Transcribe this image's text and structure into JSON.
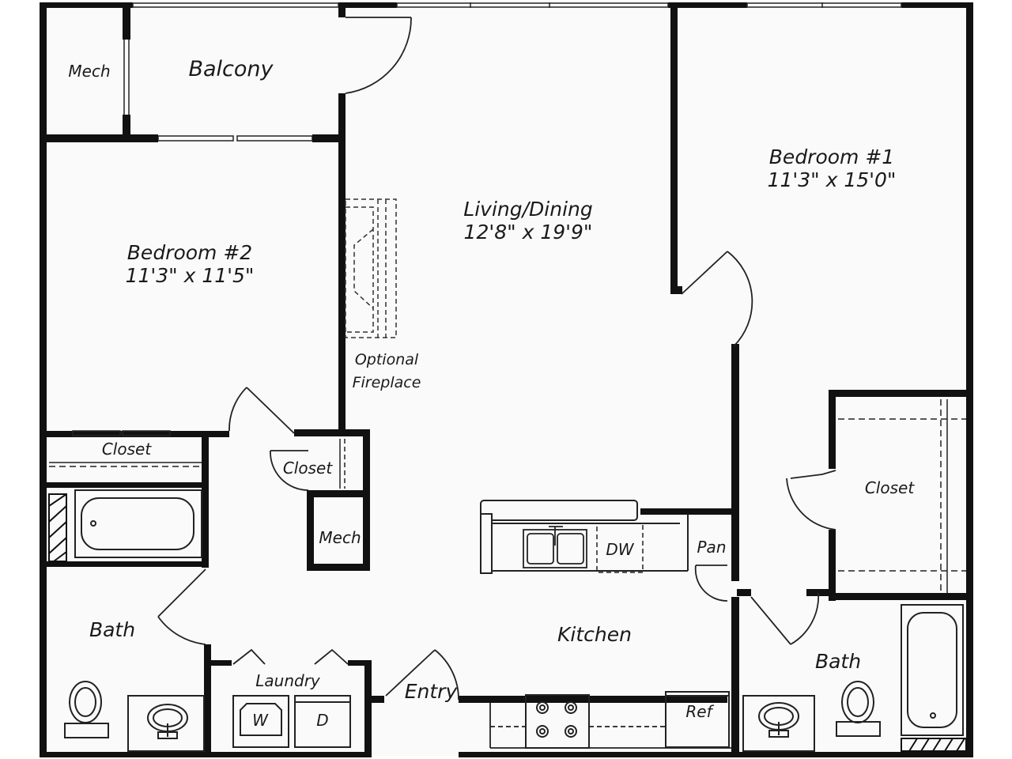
{
  "colors": {
    "wall": "#111111",
    "line": "#222222",
    "floor": "#fafafa",
    "background": "#ffffff"
  },
  "rooms": {
    "mech_top": {
      "name": "Mech"
    },
    "balcony": {
      "name": "Balcony"
    },
    "living": {
      "name": "Living/Dining",
      "size": "12'8\" x 19'9\""
    },
    "bedroom1": {
      "name": "Bedroom #1",
      "size": "11'3\" x 15'0\""
    },
    "bedroom2": {
      "name": "Bedroom #2",
      "size": "11'3\" x 11'5\""
    },
    "fireplace": {
      "line1": "Optional",
      "line2": "Fireplace"
    },
    "closet_b2": {
      "name": "Closet"
    },
    "closet_hall": {
      "name": "Closet"
    },
    "mech_hall": {
      "name": "Mech"
    },
    "closet_b1": {
      "name": "Closet"
    },
    "dishwasher": {
      "name": "DW"
    },
    "pantry": {
      "name": "Pan"
    },
    "kitchen": {
      "name": "Kitchen"
    },
    "bath_left": {
      "name": "Bath"
    },
    "bath_right": {
      "name": "Bath"
    },
    "laundry": {
      "name": "Laundry"
    },
    "washer": {
      "name": "W"
    },
    "dryer": {
      "name": "D"
    },
    "entry": {
      "name": "Entry"
    },
    "refrigerator": {
      "name": "Ref"
    }
  }
}
